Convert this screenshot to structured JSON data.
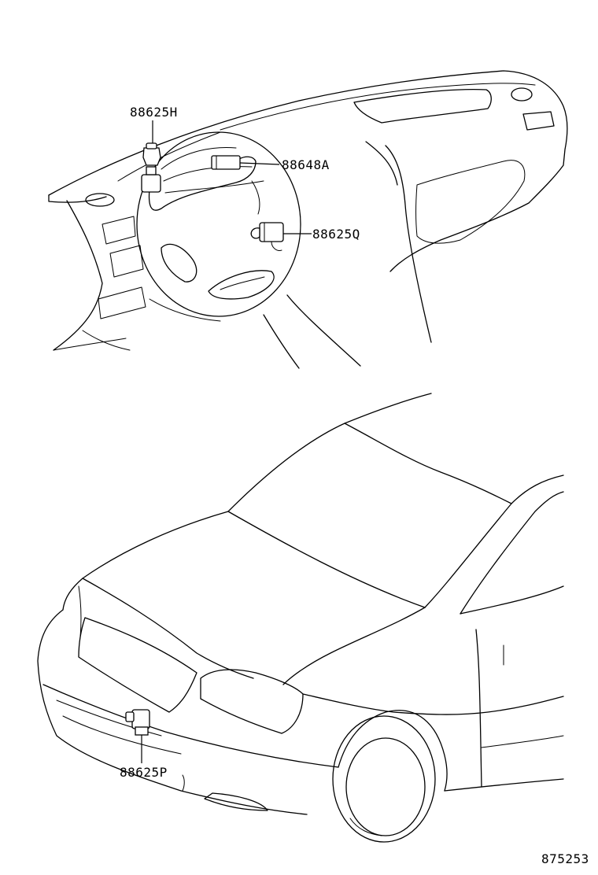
{
  "callouts": {
    "part_88625H": "88625H",
    "part_88648A": "88648A",
    "part_88625Q": "88625Q",
    "part_88625P": "88625P"
  },
  "diagram_number": "875253"
}
